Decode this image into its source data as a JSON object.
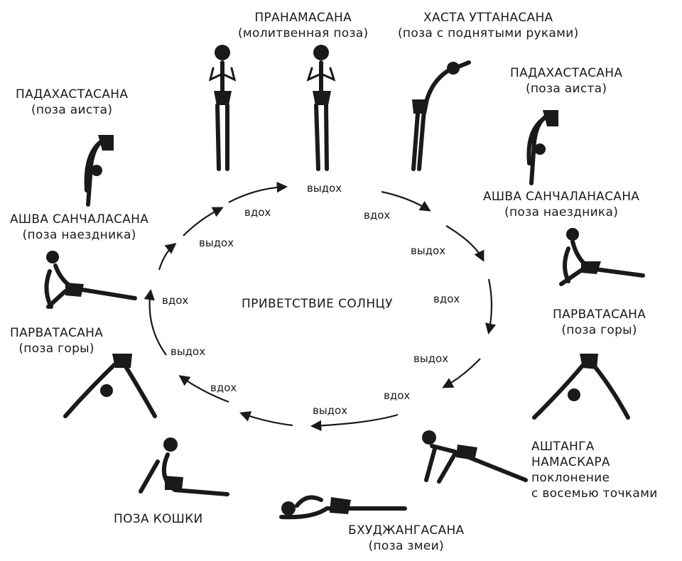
{
  "center_title": "ПРИВЕТСТВИЕ СОЛНЦУ",
  "poses": {
    "pranamasana": {
      "name": "ПРАНАМАСАНА",
      "desc": "(молитвенная поза)"
    },
    "hasta": {
      "name": "ХАСТА УТТАНАСАНА",
      "desc": "(поза с поднятыми руками)"
    },
    "pada_right": {
      "name": "ПАДАХАСТАСАНА",
      "desc": "(поза аиста)"
    },
    "ashwa_right": {
      "name": "АШВА САНЧАЛАНАСАНА",
      "desc": "(поза наездника)"
    },
    "parvata_right": {
      "name": "ПАРВАТАСАНА",
      "desc": "(поза горы)"
    },
    "ashtanga": {
      "line1": "АШТАНГА",
      "line2": "НАМАСКАРА",
      "line3": "поклонение",
      "line4": "с восемью точками"
    },
    "bhujanga": {
      "name": "БХУДЖАНГАСАНА",
      "desc": "(поза змеи)"
    },
    "koshka": {
      "name": "ПОЗА КОШКИ"
    },
    "parvata_left": {
      "name": "ПАРВАТАСАНА",
      "desc": "(поза горы)"
    },
    "ashwa_left": {
      "name": "АШВА САНЧАЛАСАНА",
      "desc": "(поза наездника)"
    },
    "pada_left": {
      "name": "ПАДАХАСТАСАНА",
      "desc": "(поза аиста)"
    }
  },
  "breath": {
    "b1": "выдох",
    "b2": "вдох",
    "b3": "выдох",
    "b4": "вдох",
    "b5": "выдох",
    "b6": "вдох",
    "b7": "выдох",
    "b8": "вдох",
    "b9": "выдох",
    "b10": "вдох",
    "b11": "выдох",
    "b12": "вдох"
  }
}
